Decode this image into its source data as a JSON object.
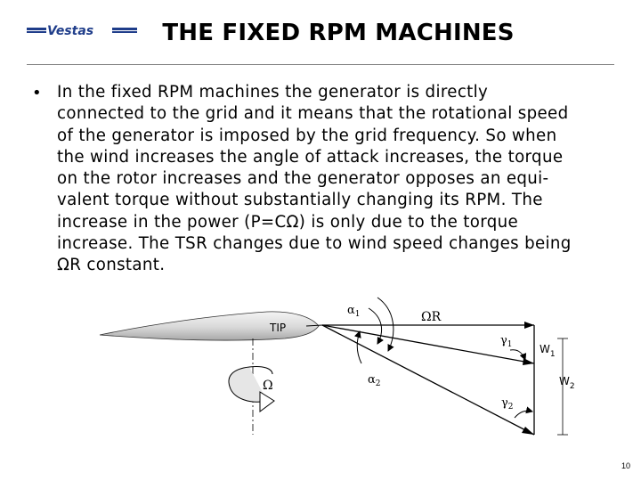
{
  "slide": {
    "title": "THE FIXED RPM MACHINES",
    "logo_text": "Vestas",
    "page_number": "10"
  },
  "bullet": {
    "lines": [
      "In the fixed RPM machines the generator is directly",
      "connected to the grid and it means that the rotational speed",
      "of the generator is imposed by the grid frequency. So when",
      "the wind increases the angle of attack increases, the torque",
      "on the rotor increases and the generator opposes an equi-",
      "valent torque without substantially changing its RPM. The",
      "increase in the power (P=CΩ) is only due to the torque",
      "increase. The TSR changes due to wind speed changes being",
      "ΩR constant."
    ]
  },
  "diagram": {
    "tip_label": "TIP",
    "omega_label": "Ω",
    "omega_r_label": "ΩR",
    "alpha1_label": "α",
    "alpha1_sub": "1",
    "alpha2_label": "α",
    "alpha2_sub": "2",
    "gamma1_label": "γ",
    "gamma1_sub": "1",
    "gamma2_label": "γ",
    "gamma2_sub": "2",
    "w1_label": "W",
    "w1_sub": "1",
    "w2_label": "W",
    "w2_sub": "2"
  },
  "colors": {
    "logo_blue": "#1f3d8a",
    "airfoil_fill_light": "#f0f0f0",
    "airfoil_fill_dark": "#b8b8b8",
    "rule": "#808080"
  }
}
